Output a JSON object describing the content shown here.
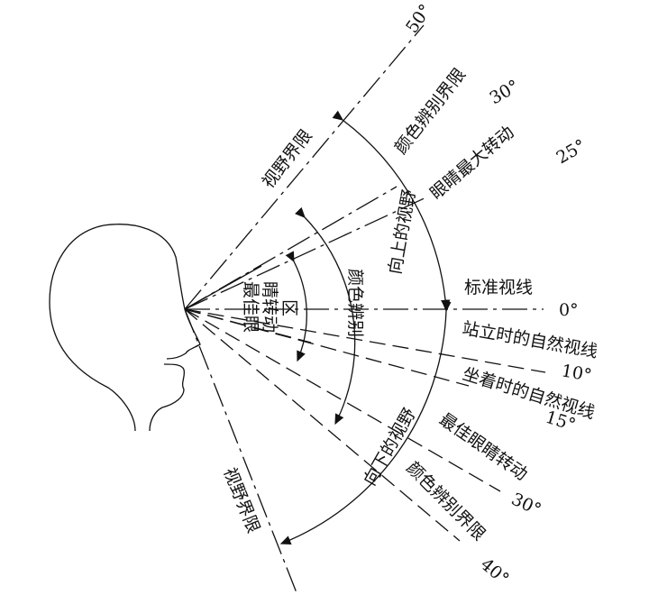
{
  "labels": {
    "upper_field_limit": "视野界限",
    "upper_field_limit_deg": "50°",
    "upper_color_limit": "颜色辨别界限",
    "upper_color_limit_deg": "30°",
    "eye_max_rotation": "眼睛最大转动",
    "eye_max_rotation_deg": "25°",
    "upward_field": "向上的视野",
    "standard_line": "标准视线",
    "standard_line_deg": "0°",
    "standing_line": "站立时的自然视线",
    "standing_line_deg": "10°",
    "sitting_line": "坐着时的自然视线",
    "sitting_line_deg": "15°",
    "best_rotation": "最佳眼睛转动",
    "best_rotation_deg": "30°",
    "lower_color_limit": "颜色辨别界限",
    "lower_color_limit_deg": "40°",
    "downward_field": "向下的视野",
    "lower_field_limit": "视野界限",
    "color_discrimination": "颜色辨别",
    "best_zone_line1": "最佳眼",
    "best_zone_line2": "睛转动",
    "best_zone_line3": "区"
  }
}
